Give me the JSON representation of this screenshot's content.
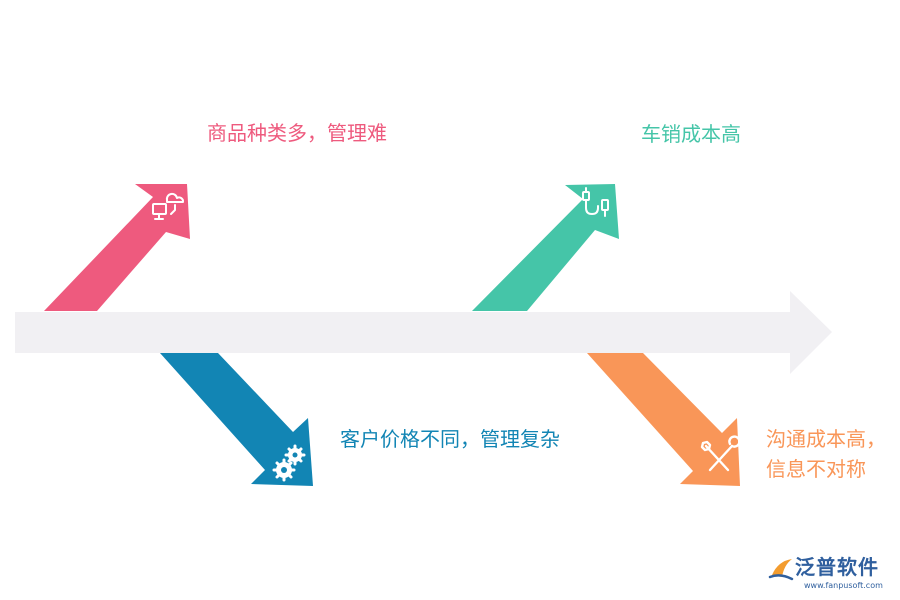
{
  "diagram": {
    "colors": {
      "spine": "#f1f0f3",
      "pink": "#ee5a7e",
      "teal": "#45c5a8",
      "blue": "#1285b4",
      "orange": "#f99658"
    },
    "causes": [
      {
        "lines": [
          "商品种类多，管理难"
        ],
        "icon": "cloud-computer-icon",
        "color": "#ee5a7e"
      },
      {
        "lines": [
          "车销成本高"
        ],
        "icon": "cable-icon",
        "color": "#45c5a8"
      },
      {
        "lines": [
          "客户价格不同，管理复杂"
        ],
        "icon": "gears-icon",
        "color": "#1285b4"
      },
      {
        "lines": [
          "沟通成本高，",
          "信息不对称"
        ],
        "icon": "tools-icon",
        "color": "#f99658"
      }
    ]
  },
  "logo": {
    "name": "泛普软件",
    "url": "www.fanpusoft.com",
    "icon": "fanpu-logo-icon"
  }
}
